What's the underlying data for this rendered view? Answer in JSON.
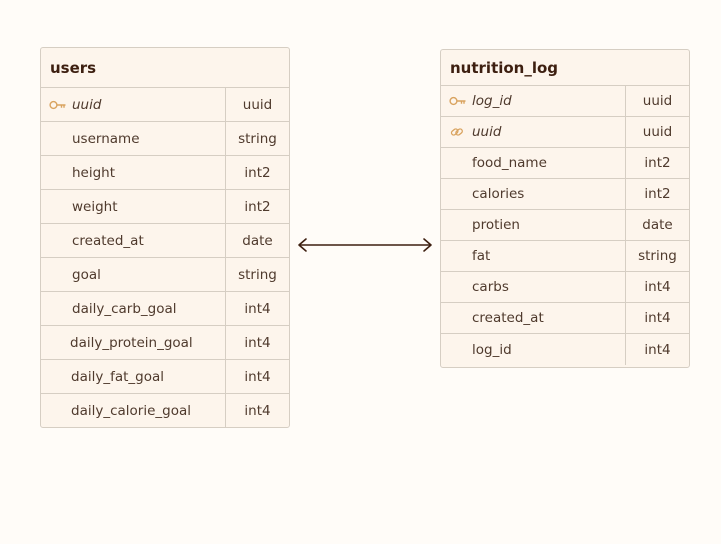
{
  "tables": [
    {
      "title": "users",
      "columns": [
        {
          "name": "uuid",
          "type": "uuid",
          "key": "primary"
        },
        {
          "name": "username",
          "type": "string"
        },
        {
          "name": "height",
          "type": "int2"
        },
        {
          "name": "weight",
          "type": "int2"
        },
        {
          "name": "created_at",
          "type": "date"
        },
        {
          "name": "goal",
          "type": "string"
        },
        {
          "name": "daily_carb_goal",
          "type": "int4"
        },
        {
          "name": "daily_protein_goal",
          "type": "int4"
        },
        {
          "name": "daily_fat_goal",
          "type": "int4"
        },
        {
          "name": "daily_calorie_goal",
          "type": "int4"
        }
      ]
    },
    {
      "title": "nutrition_log",
      "columns": [
        {
          "name": "log_id",
          "type": "uuid",
          "key": "primary"
        },
        {
          "name": "uuid",
          "type": "uuid",
          "key": "foreign"
        },
        {
          "name": "food_name",
          "type": "int2"
        },
        {
          "name": "calories",
          "type": "int2"
        },
        {
          "name": "protien",
          "type": "date"
        },
        {
          "name": "fat",
          "type": "string"
        },
        {
          "name": "carbs",
          "type": "int4"
        },
        {
          "name": "created_at",
          "type": "int4"
        },
        {
          "name": "log_id",
          "type": "int4"
        }
      ]
    }
  ],
  "relationship": {
    "from": "users",
    "to": "nutrition_log",
    "style": "bidirectional-arrow"
  },
  "colors": {
    "background": "#fffcf8",
    "table_fill": "#fdf5ec",
    "border": "#d6cec3",
    "header_text": "#3d1f10",
    "body_text": "#4f3a2d",
    "key_icon": "#d9a35f",
    "arrow": "#3d1f10"
  },
  "icons": {
    "primary": "key-icon",
    "foreign": "link-icon"
  }
}
